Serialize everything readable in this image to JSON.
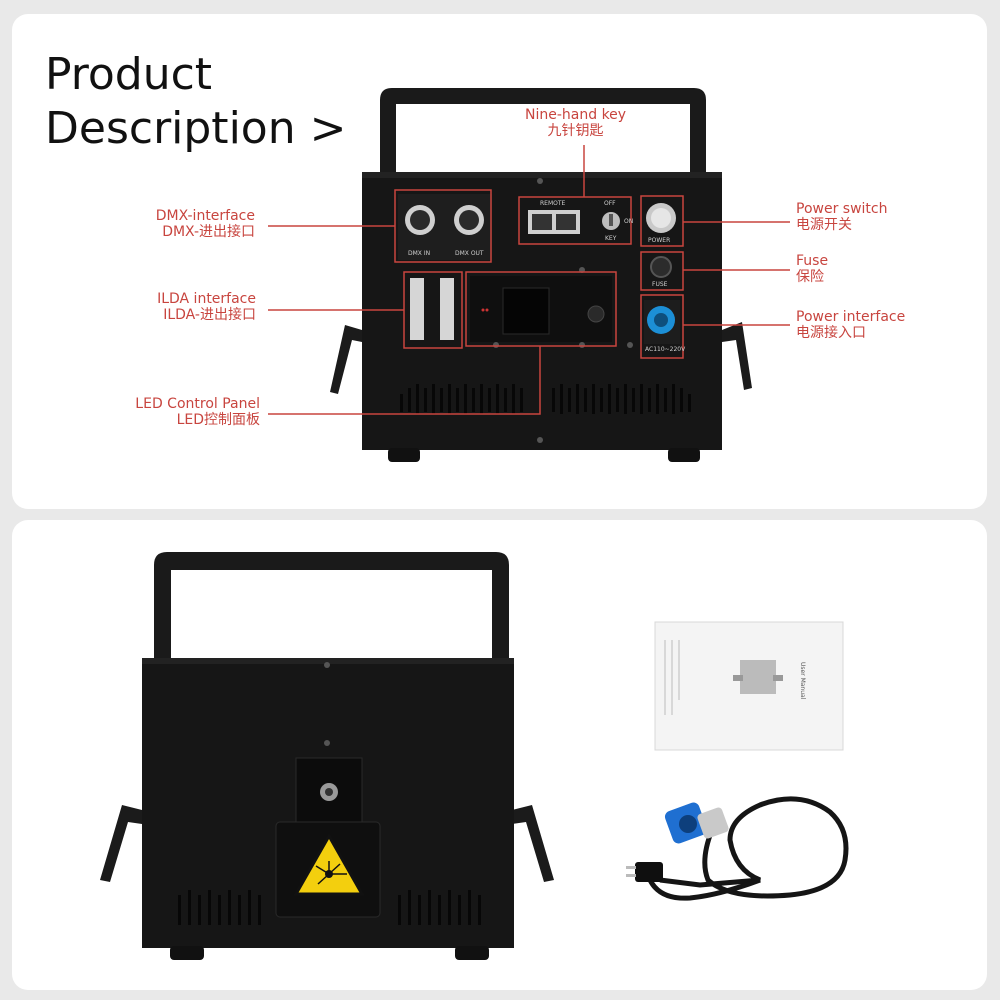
{
  "heading": {
    "line1": "Product",
    "line2": "Description >"
  },
  "labels": {
    "nine_hand_key": {
      "en": "Nine-hand key",
      "cn": "九针钥匙"
    },
    "dmx": {
      "en": "DMX-interface",
      "cn": "DMX-进出接口"
    },
    "ilda": {
      "en": "ILDA interface",
      "cn": "ILDA-进出接口"
    },
    "led_panel": {
      "en": "LED Control Panel",
      "cn": "LED控制面板"
    },
    "power_switch": {
      "en": "Power switch",
      "cn": "电源开关"
    },
    "fuse": {
      "en": "Fuse",
      "cn": "保险"
    },
    "power_interface": {
      "en": "Power interface",
      "cn": "电源接入口"
    }
  },
  "device_text": {
    "dmx_in": "DMX IN",
    "dmx_out": "DMX OUT",
    "remote": "REMOTE",
    "off": "OFF",
    "on": "ON",
    "key": "KEY",
    "power": "POWER",
    "fuse": "FUSE",
    "ac": "AC110~220V"
  },
  "manual": {
    "title": "User Manual"
  },
  "colors": {
    "accent": "#c8453f",
    "device": "#161616",
    "panel": "#ffffff",
    "background": "#e9e9e9"
  }
}
